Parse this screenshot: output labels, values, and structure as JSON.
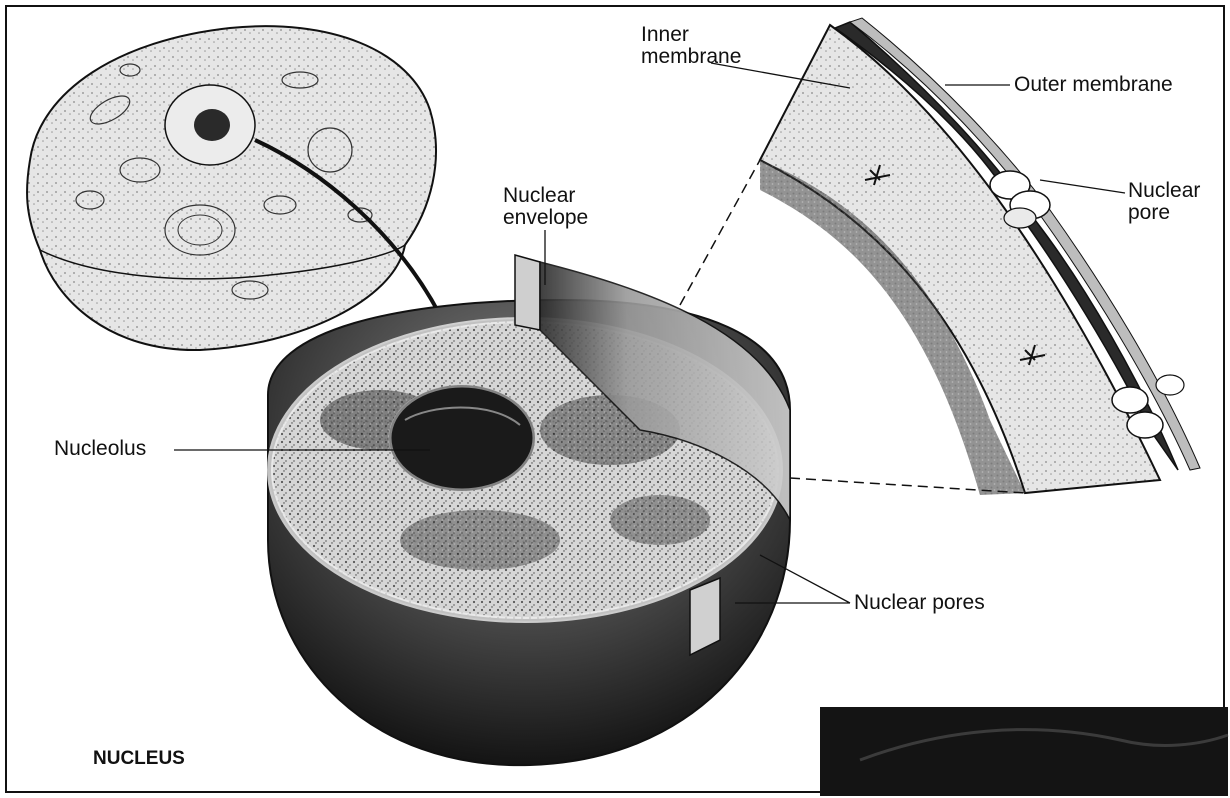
{
  "figure": {
    "title": "NUCLEUS",
    "labels": {
      "inner_membrane": "Inner\nmembrane",
      "outer_membrane": "Outer membrane",
      "nuclear_pore": "Nuclear\npore",
      "nuclear_envelope": "Nuclear\nenvelope",
      "nucleolus": "Nucleolus",
      "nuclear_pores": "Nuclear pores"
    }
  },
  "colors": {
    "ink": "#111111",
    "chromatin_dark": "#1e1e1e",
    "chromatin_mid": "#6a6a6a",
    "nucleoplasm": "#cfcfcf",
    "envelope_band": "#bdbdbd",
    "photo_inset": "#141414"
  }
}
